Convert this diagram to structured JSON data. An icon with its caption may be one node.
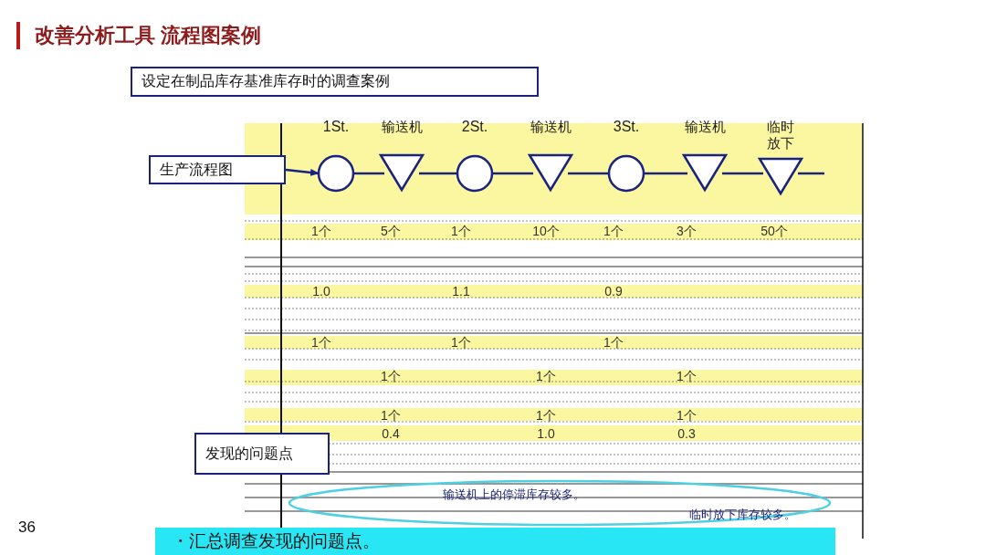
{
  "diagram": {
    "title": "改善分析工具 流程图案例",
    "nodes": [
      {
        "text": [
          "设定在制品库存基准库存时的调查案例"
        ]
      },
      {
        "text": [
          "生产流程图"
        ]
      },
      {
        "text": [
          "1St."
        ]
      },
      {
        "text": [
          "输送机"
        ]
      },
      {
        "text": [
          "2St."
        ]
      },
      {
        "text": [
          "输送机"
        ]
      },
      {
        "text": [
          "3St."
        ]
      },
      {
        "text": [
          "输送机"
        ]
      },
      {
        "text": [
          "临时放下"
        ]
      },
      {
        "text": [
          "发现的问题点"
        ]
      },
      {
        "text": [
          "输送机上的停滞库存较多。",
          "临时放下库存较多。"
        ]
      },
      {
        "text": [
          "・汇总调查发现的问题点。"
        ]
      }
    ],
    "edges": [
      {
        "from": 1,
        "to": 2,
        "arrow": "to"
      },
      {
        "from": 2,
        "to": 3,
        "arrow": "none"
      },
      {
        "from": 3,
        "to": 4,
        "arrow": "none"
      },
      {
        "from": 4,
        "to": 5,
        "arrow": "none"
      },
      {
        "from": 5,
        "to": 6,
        "arrow": "none"
      },
      {
        "from": 6,
        "to": 7,
        "arrow": "none"
      },
      {
        "from": 7,
        "to": 8,
        "arrow": "none"
      },
      {
        "from": 8,
        "to": null,
        "arrow": "none"
      }
    ],
    "labels": [
      "1个",
      "5个",
      "1个",
      "10个",
      "1个",
      "3个",
      "50个",
      "1.0",
      "1.1",
      "0.9",
      "1个",
      "1个",
      "1个",
      "1个",
      "1个",
      "1个",
      "1个",
      "1个",
      "1个",
      "0.4",
      "1.0",
      "0.3",
      "36"
    ]
  }
}
